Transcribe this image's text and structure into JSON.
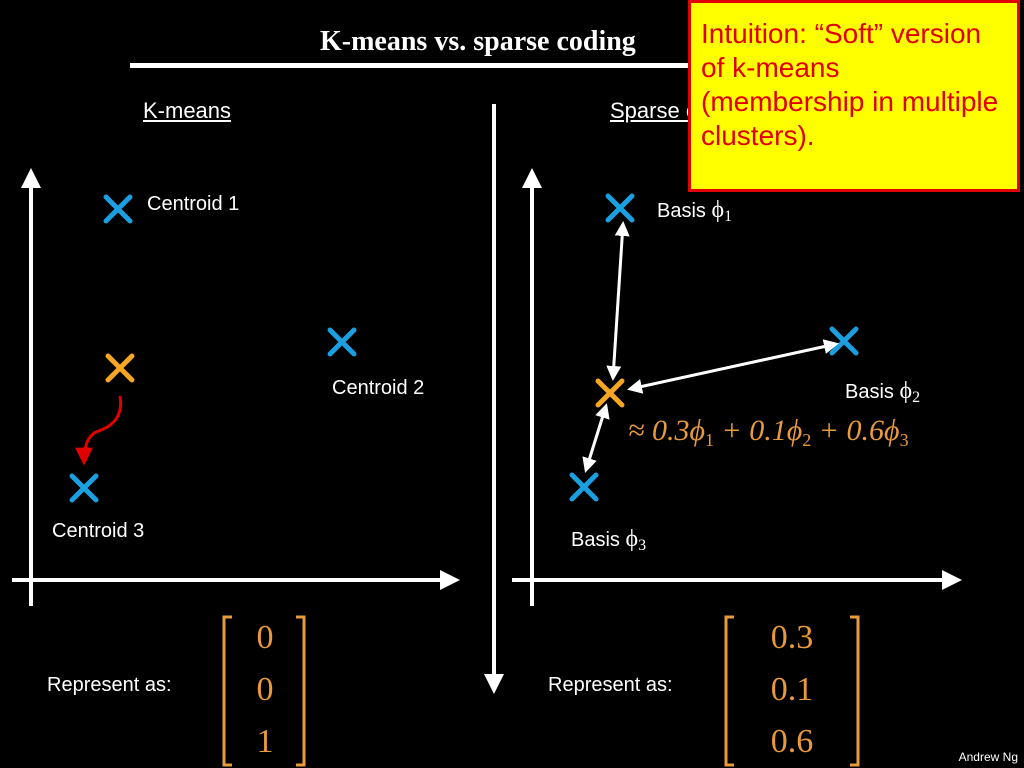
{
  "title": "K-means vs. sparse coding",
  "note": "Intuition: “Soft” version of k-means (membership in multiple clusters).",
  "left": {
    "heading": "K-means",
    "centroid_labels": [
      "Centroid 1",
      "Centroid 2",
      "Centroid 3"
    ],
    "represent_label": "Represent as:",
    "vector": [
      "0",
      "0",
      "1"
    ]
  },
  "right": {
    "heading": "Sparse coding",
    "basis_word": "Basis",
    "basis_symbol": "ϕ",
    "basis_indices": [
      "1",
      "2",
      "3"
    ],
    "approximation": {
      "sign": "≈",
      "terms": [
        {
          "coef": "0.3",
          "index": "1"
        },
        {
          "coef": "0.1",
          "index": "2"
        },
        {
          "coef": "0.6",
          "index": "3"
        }
      ],
      "plus": "+"
    },
    "represent_label": "Represent as:",
    "vector": [
      "0.3",
      "0.1",
      "0.6"
    ]
  },
  "credit": "Andrew Ng",
  "colors": {
    "background": "#000000",
    "centroid_marker": "#1a9fe0",
    "data_marker": "#f5a623",
    "curve_arrow": "#e00000",
    "math_text": "#e89a3c",
    "note_fill": "#ffff00",
    "note_text": "#e00000"
  }
}
